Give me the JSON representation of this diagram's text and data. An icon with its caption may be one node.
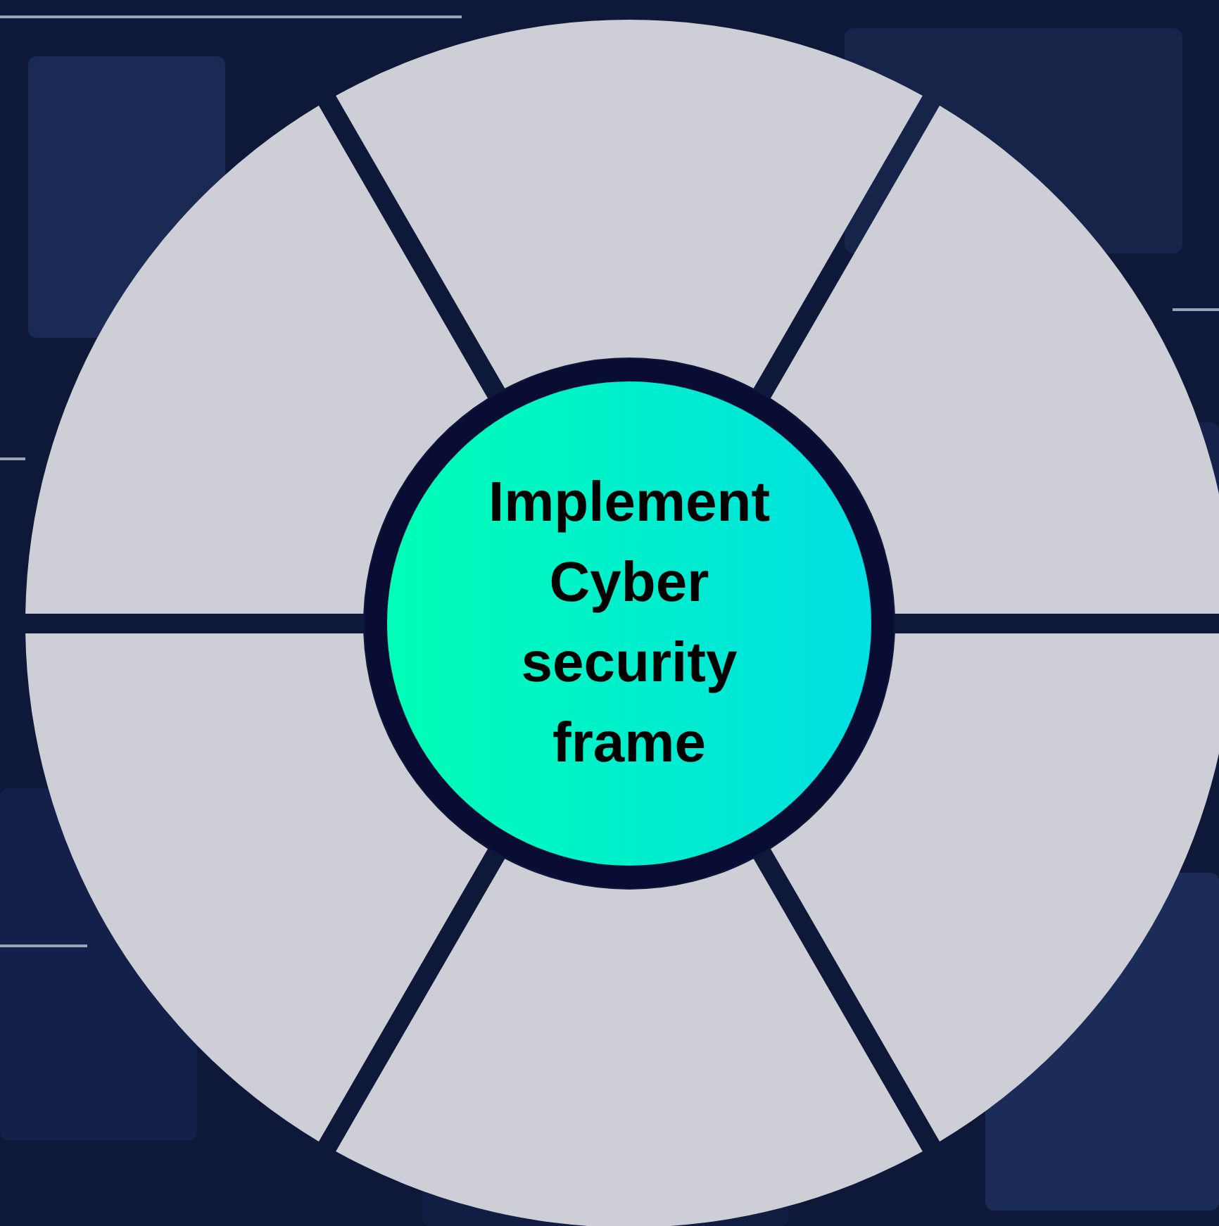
{
  "diagram": {
    "nodes": [
      {
        "text": [
          "Implement Cyber security frame"
        ]
      },
      {
        "text": [],
        "shape": "sector"
      },
      {
        "text": [],
        "shape": "sector"
      },
      {
        "text": [],
        "shape": "sector"
      },
      {
        "text": [],
        "shape": "sector"
      },
      {
        "text": [],
        "shape": "sector"
      },
      {
        "text": [],
        "shape": "sector"
      }
    ]
  }
}
